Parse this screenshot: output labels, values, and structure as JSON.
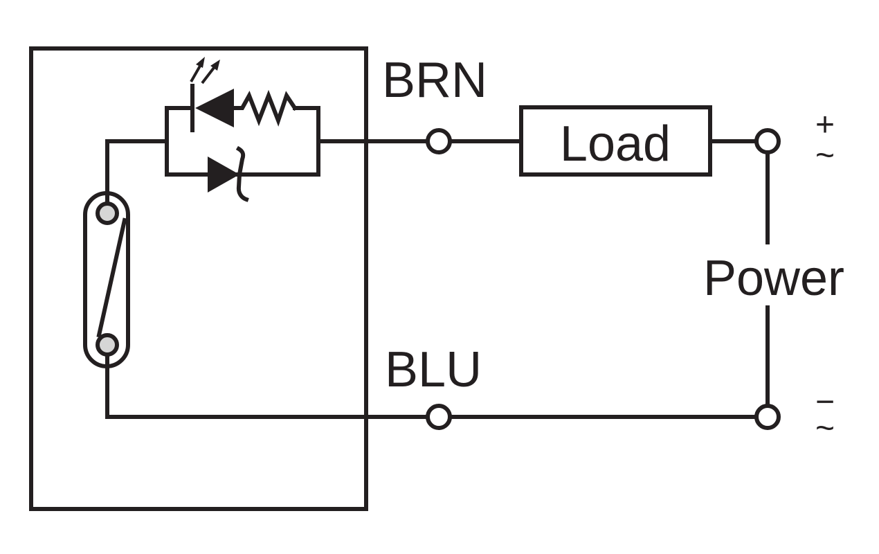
{
  "labels": {
    "brn": "BRN",
    "blu": "BLU",
    "load": "Load",
    "power": "Power",
    "plus_symbol": "+",
    "minus_symbol": "−",
    "ac_symbol": "~"
  },
  "colors": {
    "line": "#231f20",
    "background": "#ffffff",
    "contact_fill": "#d6d6d6"
  },
  "icons": {
    "switch": "reed-switch-icon",
    "led": "led-icon",
    "resistor": "resistor-icon",
    "zener": "zener-diode-icon"
  }
}
